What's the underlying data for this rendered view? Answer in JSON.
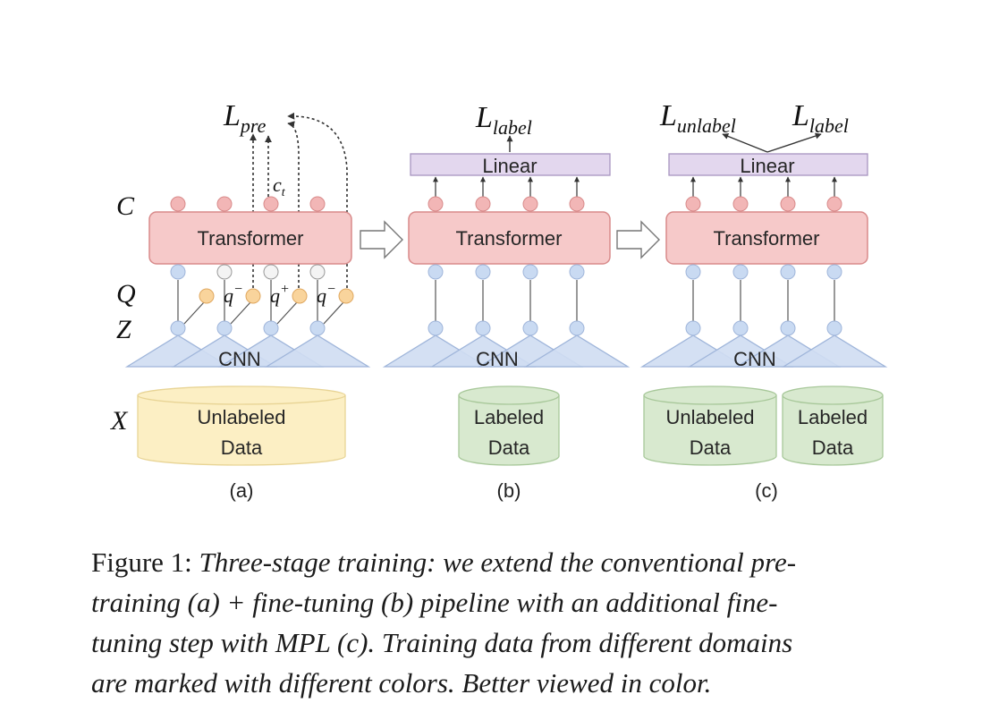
{
  "figure": {
    "panels": [
      {
        "id": "a",
        "label": "(a)",
        "loss": {
          "main": "L",
          "sub": "pre"
        },
        "ct_label": {
          "main": "c",
          "sub": "t"
        },
        "q_labels": [
          "q",
          "q",
          "q"
        ],
        "q_superscripts": [
          "−",
          "+",
          "−"
        ],
        "transformer": "Transformer",
        "cnn": "CNN",
        "data": [
          {
            "line1": "Unlabeled",
            "line2": "Data",
            "color": "#fcefc4"
          }
        ]
      },
      {
        "id": "b",
        "label": "(b)",
        "loss": {
          "main": "L",
          "sub": "label"
        },
        "linear": "Linear",
        "transformer": "Transformer",
        "cnn": "CNN",
        "data": [
          {
            "line1": "Labeled",
            "line2": "Data",
            "color": "#d8e9cf"
          }
        ]
      },
      {
        "id": "c",
        "label": "(c)",
        "losses": [
          {
            "main": "L",
            "sub": "unlabel"
          },
          {
            "main": "L",
            "sub": "label"
          }
        ],
        "linear": "Linear",
        "transformer": "Transformer",
        "cnn": "CNN",
        "data": [
          {
            "line1": "Unlabeled",
            "line2": "Data",
            "color": "#d8e9cf"
          },
          {
            "line1": "Labeled",
            "line2": "Data",
            "color": "#d8e9cf"
          }
        ]
      }
    ],
    "row_labels": [
      "C",
      "Q",
      "Z",
      "X"
    ],
    "colors": {
      "transformer_fill": "#f6c9c9",
      "transformer_stroke": "#d88a8a",
      "linear_fill": "#e3d7ee",
      "linear_stroke": "#a895c0",
      "cnn_fill": "#cfddf2",
      "cnn_stroke": "#9fb5da",
      "node_blue": "#c9daf2",
      "node_pink": "#f2b6b6",
      "node_orange": "#f9d49c",
      "node_white": "#f4f4f4"
    }
  },
  "caption": {
    "prefix": "Figure 1: ",
    "lines": [
      "Three-stage training: we extend the conventional pre-",
      "training (a) + fine-tuning (b) pipeline with an additional fine-",
      "tuning step with MPL (c). Training data from different domains",
      "are marked with different colors. Better viewed in color."
    ]
  }
}
